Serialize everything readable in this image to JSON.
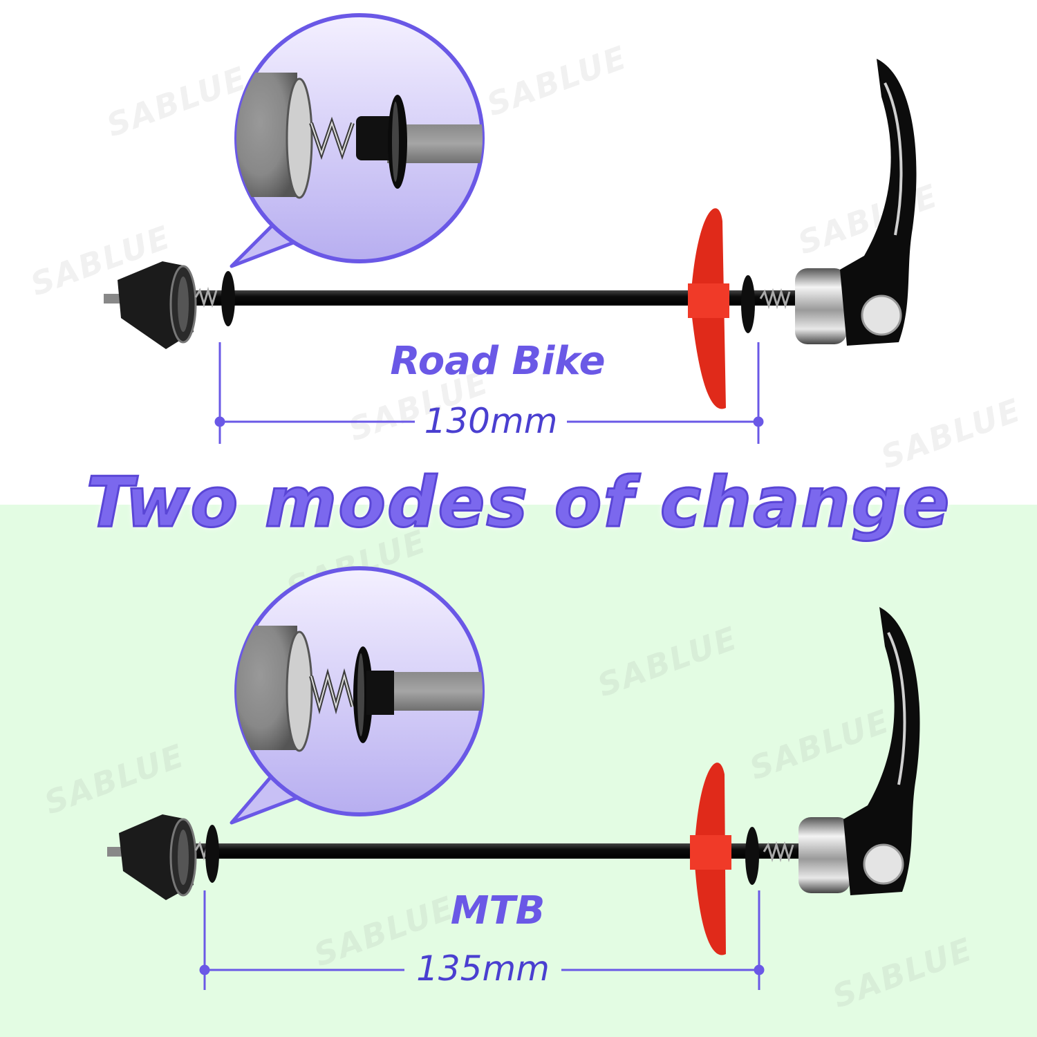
{
  "headline": "Two modes of change",
  "watermark": "SABLUE",
  "colors": {
    "accent": "#6a58e6",
    "top_background": "#ffffff",
    "bottom_background": "#e3fce3",
    "axle": "#111111",
    "cone": "#e02a1a"
  },
  "road": {
    "label": "Road Bike",
    "dimension": "130mm"
  },
  "mtb": {
    "label": "MTB",
    "dimension": "135mm"
  }
}
